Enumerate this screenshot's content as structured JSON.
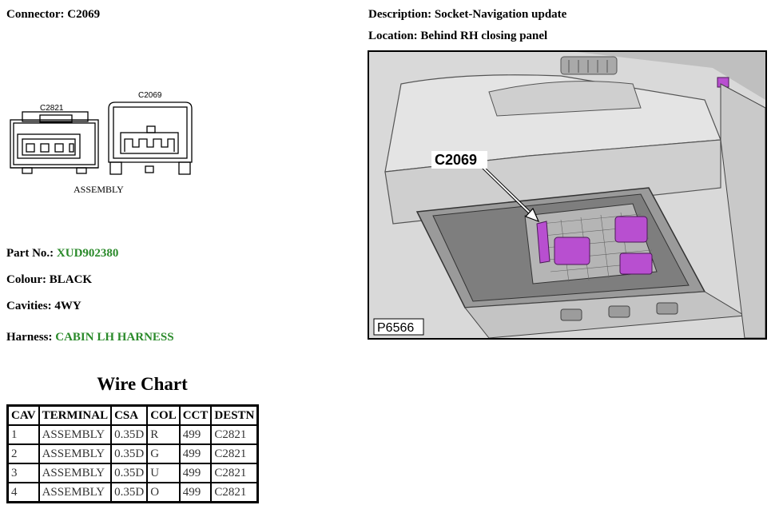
{
  "header": {
    "connector_label": "Connector:",
    "connector_value": "C2069",
    "description_label": "Description:",
    "description_value": "Socket-Navigation update",
    "location_label": "Location:",
    "location_value": "Behind RH closing panel"
  },
  "drawing": {
    "left_connector_label": "C2821",
    "right_connector_label": "C2069",
    "assembly_label": "ASSEMBLY"
  },
  "photo": {
    "callout_label": "C2069",
    "figure_id": "P6566",
    "highlight_color": "#b84fd0"
  },
  "details": {
    "part_no_label": "Part No.:",
    "part_no_value": "XUD902380",
    "colour_label": "Colour:",
    "colour_value": "BLACK",
    "cavities_label": "Cavities:",
    "cavities_value": "4WY",
    "harness_label": "Harness:",
    "harness_value": "CABIN LH HARNESS",
    "link_color": "#2a8a2a"
  },
  "wire_chart": {
    "title": "Wire Chart",
    "headers": [
      "CAV",
      "TERMINAL",
      "CSA",
      "COL",
      "CCT",
      "DESTN"
    ],
    "rows": [
      [
        "1",
        "ASSEMBLY",
        "0.35D",
        "R",
        "499",
        "C2821"
      ],
      [
        "2",
        "ASSEMBLY",
        "0.35D",
        "G",
        "499",
        "C2821"
      ],
      [
        "3",
        "ASSEMBLY",
        "0.35D",
        "U",
        "499",
        "C2821"
      ],
      [
        "4",
        "ASSEMBLY",
        "0.35D",
        "O",
        "499",
        "C2821"
      ]
    ]
  }
}
